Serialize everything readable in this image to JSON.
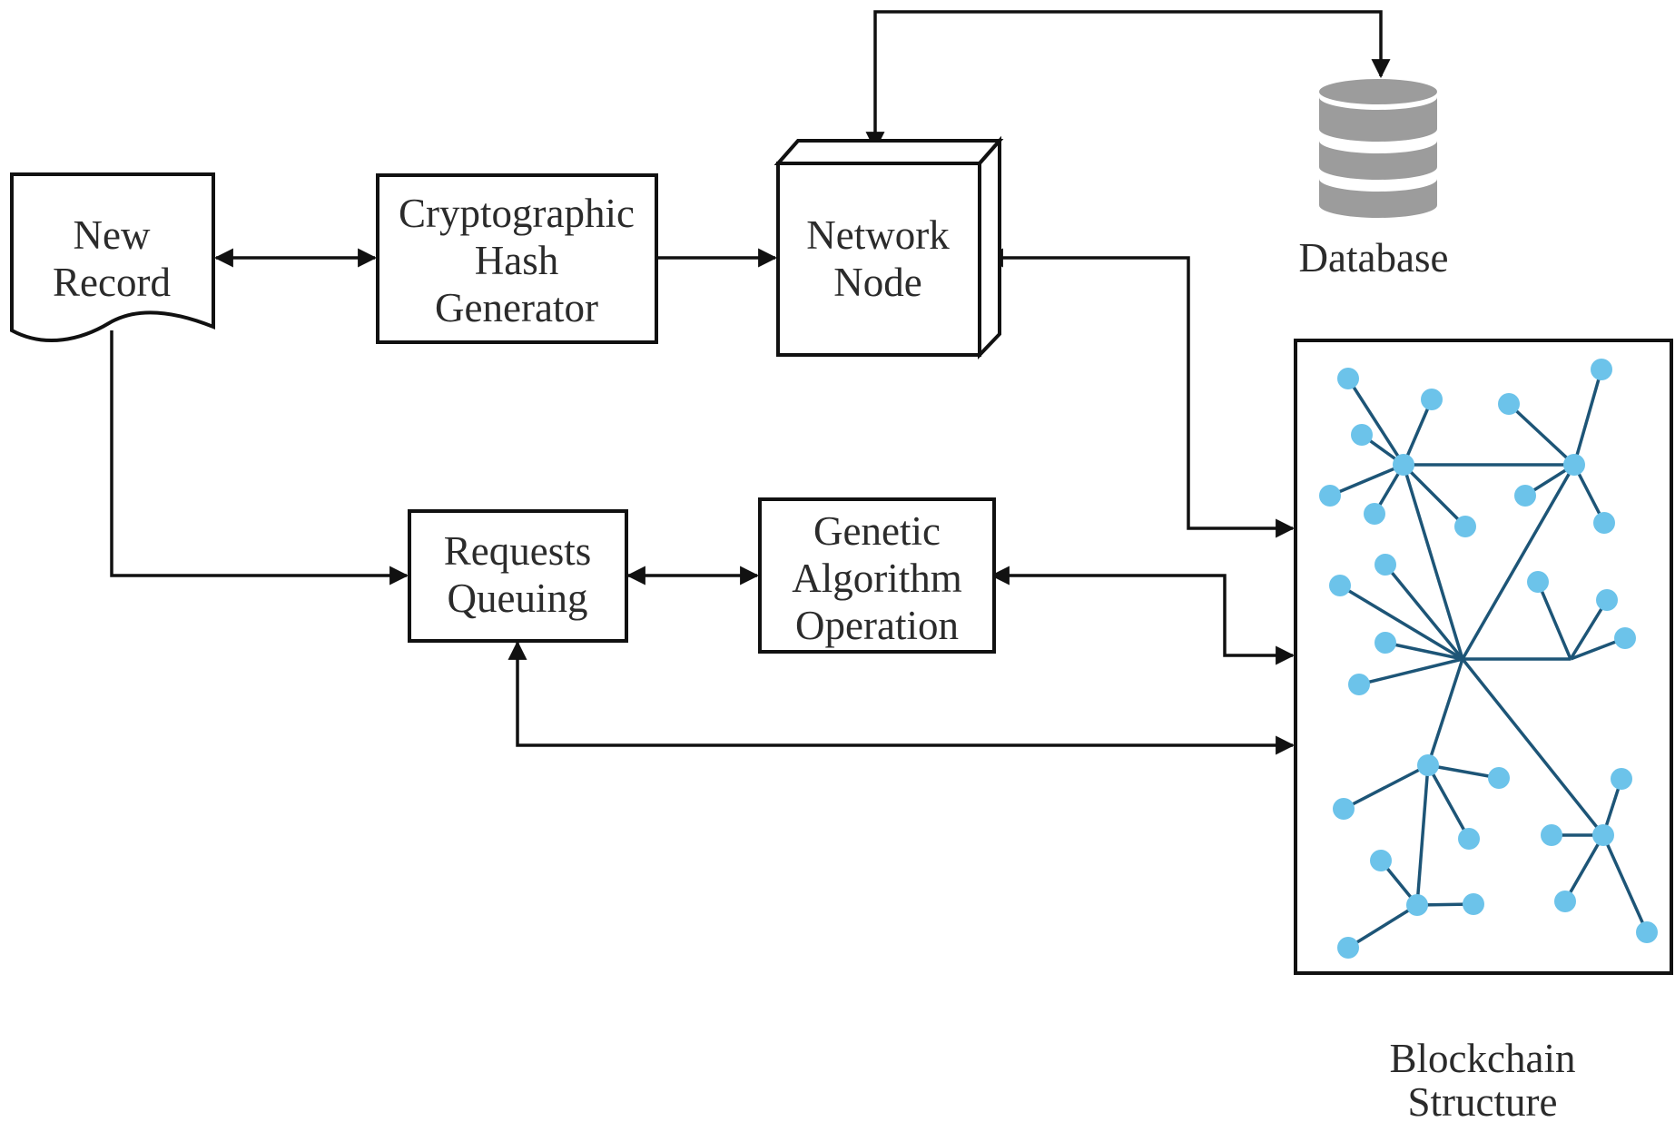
{
  "new_record": {
    "line1": "New",
    "line2": "Record"
  },
  "hash_generator": {
    "line1": "Cryptographic",
    "line2": "Hash",
    "line3": "Generator"
  },
  "network_node": {
    "line1": "Network",
    "line2": "Node"
  },
  "database": {
    "label": "Database"
  },
  "requests_queuing": {
    "line1": "Requests",
    "line2": "Queuing"
  },
  "genetic_algorithm": {
    "line1": "Genetic",
    "line2": "Algorithm",
    "line3": "Operation"
  },
  "blockchain": {
    "line1": "Blockchain",
    "line2": "Structure"
  },
  "colors": {
    "ink": "#111111",
    "text": "#2b2b2b",
    "database_fill": "#9c9c9c",
    "tree_edge": "#1d5577",
    "tree_node": "#6cc3ea"
  }
}
